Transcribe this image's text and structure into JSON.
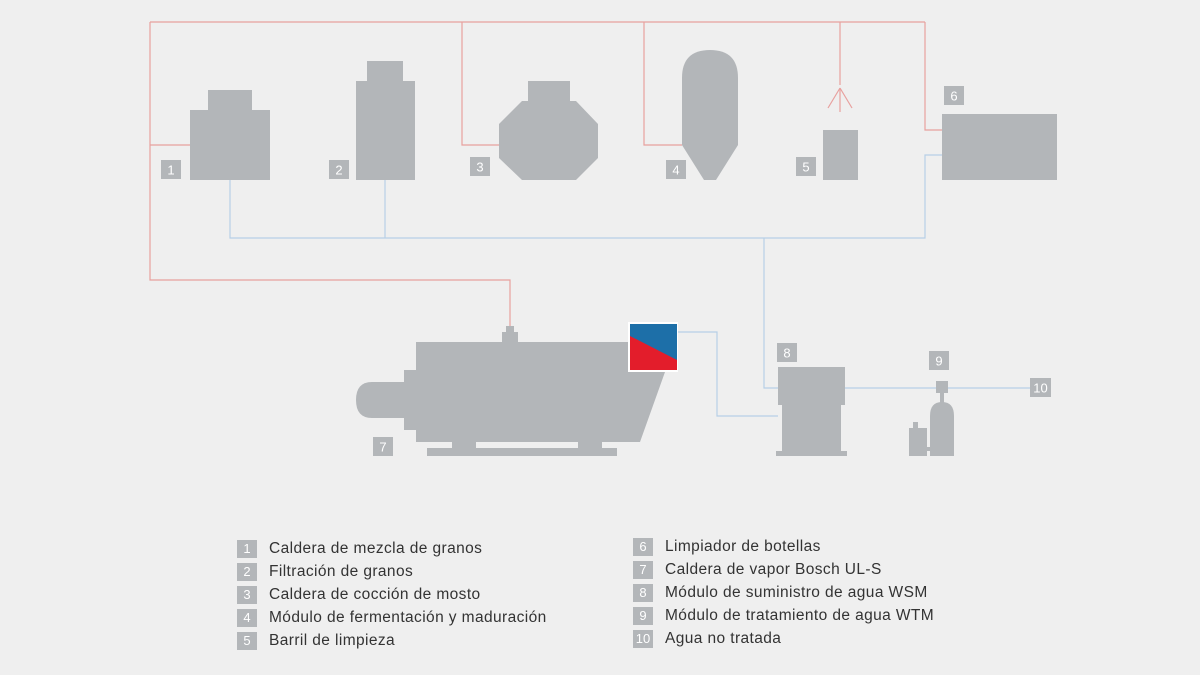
{
  "colors": {
    "equipment": "#b3b6b9",
    "steam_line": "#e8a09e",
    "water_line": "#b7cfe6",
    "panel_blue": "#1d6fa8",
    "panel_red": "#e31d2b",
    "background": "#efefef"
  },
  "numbers": {
    "n1": "1",
    "n2": "2",
    "n3": "3",
    "n4": "4",
    "n5": "5",
    "n6": "6",
    "n7": "7",
    "n8": "8",
    "n9": "9",
    "n10": "10"
  },
  "legend": {
    "left": [
      {
        "num": "1",
        "label": "Caldera de mezcla de granos"
      },
      {
        "num": "2",
        "label": "Filtración de granos"
      },
      {
        "num": "3",
        "label": "Caldera de cocción de mosto"
      },
      {
        "num": "4",
        "label": "Módulo de fermentación y maduración"
      },
      {
        "num": "5",
        "label": "Barril de limpieza"
      }
    ],
    "right": [
      {
        "num": "6",
        "label": "Limpiador de botellas"
      },
      {
        "num": "7",
        "label": "Caldera de vapor Bosch UL-S"
      },
      {
        "num": "8",
        "label": "Módulo de suministro de agua WSM"
      },
      {
        "num": "9",
        "label": "Módulo de tratamiento de agua WTM"
      },
      {
        "num": "10",
        "label": "Agua no tratada"
      }
    ]
  }
}
